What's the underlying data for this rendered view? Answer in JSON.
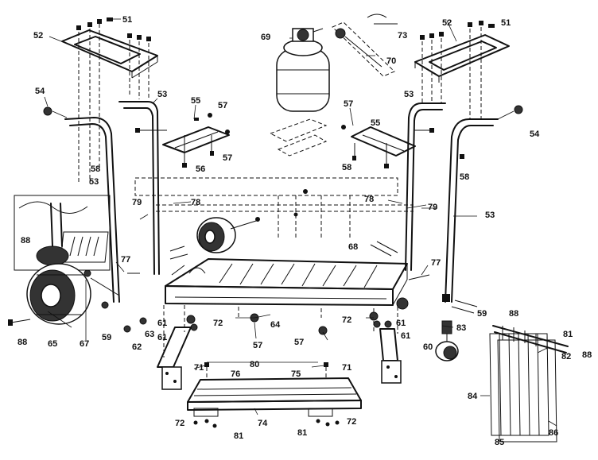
{
  "diagram": {
    "background_color": "#ffffff",
    "line_color": "#111111",
    "callouts": [
      {
        "id": "51-left",
        "text": "51"
      },
      {
        "id": "52-left",
        "text": "52"
      },
      {
        "id": "54-left",
        "text": "54"
      },
      {
        "id": "53-left-top",
        "text": "53"
      },
      {
        "id": "55-left",
        "text": "55"
      },
      {
        "id": "57-left-top",
        "text": "57"
      },
      {
        "id": "57-left-mid",
        "text": "57"
      },
      {
        "id": "58-left",
        "text": "58"
      },
      {
        "id": "56-left",
        "text": "56"
      },
      {
        "id": "53-left-mid",
        "text": "53"
      },
      {
        "id": "69",
        "text": "69"
      },
      {
        "id": "70",
        "text": "70"
      },
      {
        "id": "73",
        "text": "73"
      },
      {
        "id": "52-right",
        "text": "52"
      },
      {
        "id": "51-right",
        "text": "51"
      },
      {
        "id": "57-right-top",
        "text": "57"
      },
      {
        "id": "53-right-top",
        "text": "53"
      },
      {
        "id": "55-right",
        "text": "55"
      },
      {
        "id": "54-right",
        "text": "54"
      },
      {
        "id": "58-right-a",
        "text": "58"
      },
      {
        "id": "58-right-b",
        "text": "58"
      },
      {
        "id": "79-left",
        "text": "79"
      },
      {
        "id": "78-left",
        "text": "78"
      },
      {
        "id": "78-right",
        "text": "78"
      },
      {
        "id": "79-right",
        "text": "79"
      },
      {
        "id": "53-right-mid",
        "text": "53"
      },
      {
        "id": "88-inset",
        "text": "88"
      },
      {
        "id": "77-left",
        "text": "77"
      },
      {
        "id": "68-right",
        "text": "68"
      },
      {
        "id": "77-right",
        "text": "77"
      },
      {
        "id": "59-right",
        "text": "59"
      },
      {
        "id": "88-right",
        "text": "88"
      },
      {
        "id": "83",
        "text": "83"
      },
      {
        "id": "81-right-bracket",
        "text": "81"
      },
      {
        "id": "82",
        "text": "82"
      },
      {
        "id": "88-far-right",
        "text": "88"
      },
      {
        "id": "60",
        "text": "60"
      },
      {
        "id": "84",
        "text": "84"
      },
      {
        "id": "85-right",
        "text": "85"
      },
      {
        "id": "86",
        "text": "86"
      },
      {
        "id": "88-bottom-left",
        "text": "88"
      },
      {
        "id": "65",
        "text": "65"
      },
      {
        "id": "67",
        "text": "67"
      },
      {
        "id": "59-left",
        "text": "59"
      },
      {
        "id": "62",
        "text": "62"
      },
      {
        "id": "63",
        "text": "63"
      },
      {
        "id": "61-left-a",
        "text": "61"
      },
      {
        "id": "61-left-b",
        "text": "61"
      },
      {
        "id": "72-left",
        "text": "72"
      },
      {
        "id": "64",
        "text": "64"
      },
      {
        "id": "57-bottom-left",
        "text": "57"
      },
      {
        "id": "57-bottom-right",
        "text": "57"
      },
      {
        "id": "72-right",
        "text": "72"
      },
      {
        "id": "61-right-a",
        "text": "61"
      },
      {
        "id": "61-right-b",
        "text": "61"
      },
      {
        "id": "71-left",
        "text": "71"
      },
      {
        "id": "80",
        "text": "80"
      },
      {
        "id": "76",
        "text": "76"
      },
      {
        "id": "75",
        "text": "75"
      },
      {
        "id": "71-right",
        "text": "71"
      },
      {
        "id": "72-bottom-left",
        "text": "72"
      },
      {
        "id": "74",
        "text": "74"
      },
      {
        "id": "81-bottom-left",
        "text": "81"
      },
      {
        "id": "81-bottom-right",
        "text": "81"
      },
      {
        "id": "72-bottom-right",
        "text": "72"
      }
    ]
  }
}
